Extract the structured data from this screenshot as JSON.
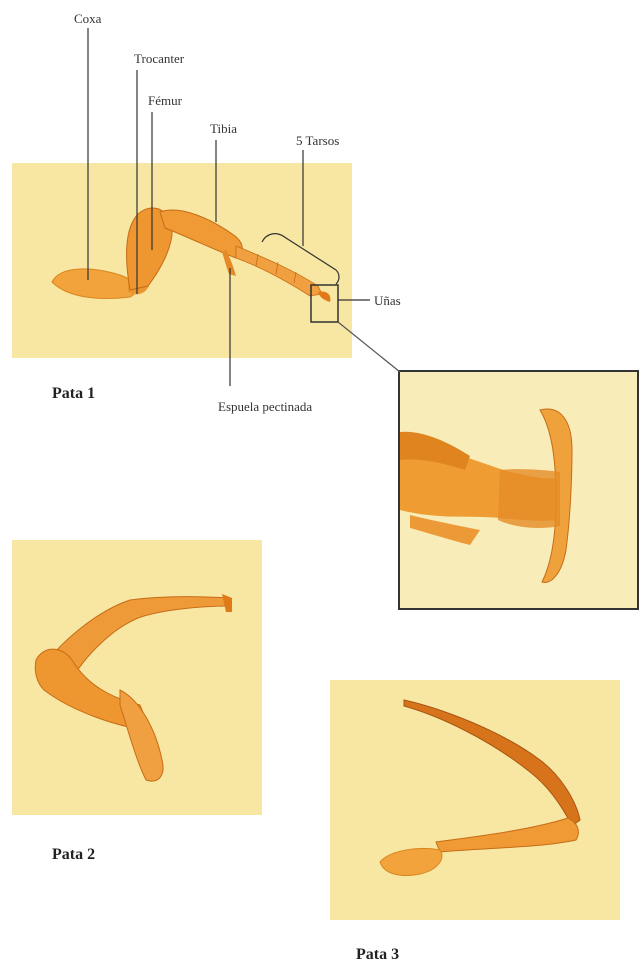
{
  "labels": {
    "coxa": "Coxa",
    "trocanter": "Trocanter",
    "femur": "Fémur",
    "tibia": "Tibia",
    "tarsos": "5 Tarsos",
    "unas": "Uñas",
    "espuela": "Espuela pectinada"
  },
  "captions": {
    "pata1": "Pata 1",
    "pata2": "Pata 2",
    "pata3": "Pata 3"
  },
  "colors": {
    "panel": "#f7e7a2",
    "leg": "#e8902a",
    "leg_dark": "#c06a14",
    "leader": "#333333"
  }
}
